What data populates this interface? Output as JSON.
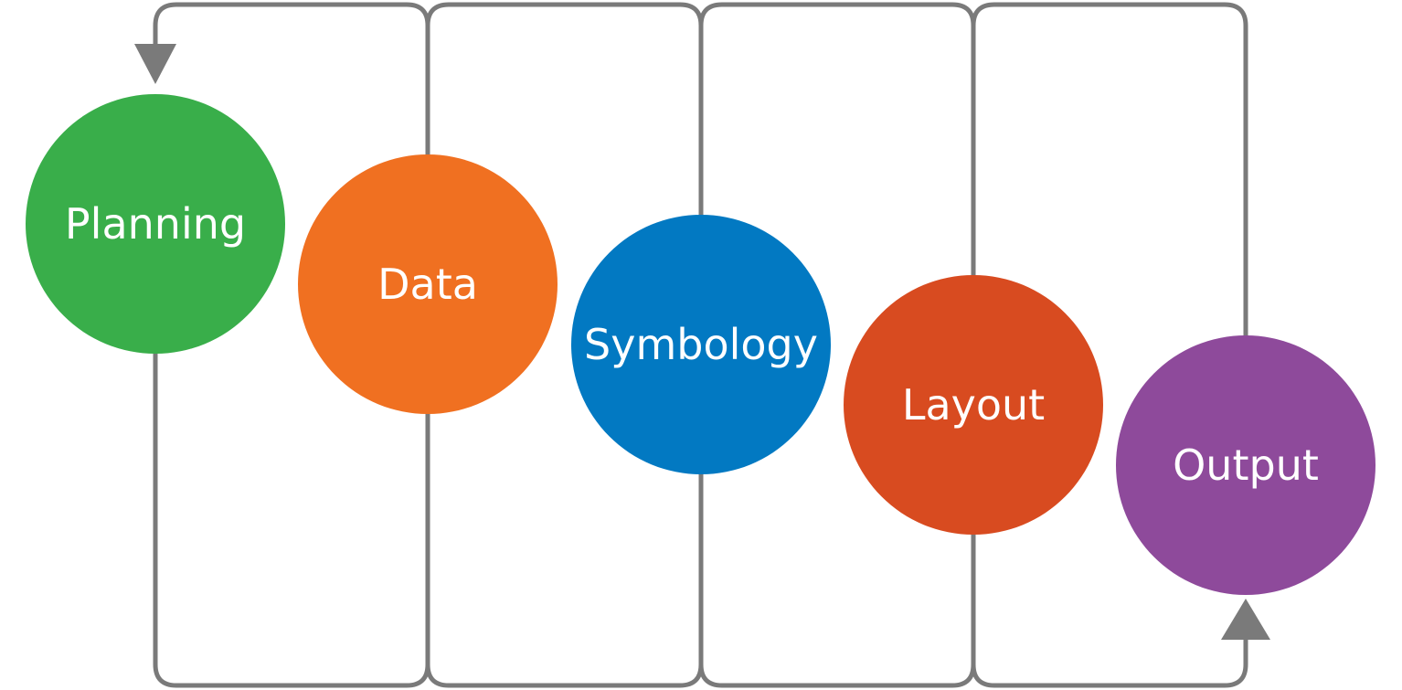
{
  "diagram": {
    "line_color": "#7a7a7a",
    "stages": [
      {
        "label": "Planning",
        "color": "#39ae4a"
      },
      {
        "label": "Data",
        "color": "#f07021"
      },
      {
        "label": "Symbology",
        "color": "#0279c2"
      },
      {
        "label": "Layout",
        "color": "#d84b20"
      },
      {
        "label": "Output",
        "color": "#8e4a9b"
      }
    ]
  }
}
